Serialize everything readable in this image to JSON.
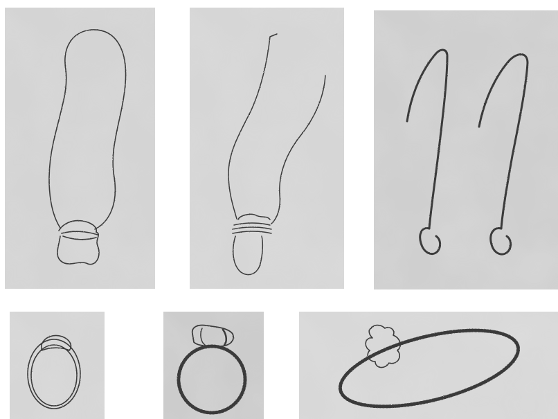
{
  "figure": {
    "panels": [
      {
        "id": "p1",
        "subject": "elongated-loop-with-knotted-base"
      },
      {
        "id": "p2",
        "subject": "open-loop-with-coiled-knot"
      },
      {
        "id": "p3",
        "subject": "two-hooked-strands"
      },
      {
        "id": "p4",
        "subject": "small-oval-ring"
      },
      {
        "id": "p5",
        "subject": "beaded-ring-with-clasp"
      },
      {
        "id": "p6",
        "subject": "beaded-oval-ring-with-knot"
      }
    ],
    "colors": {
      "paper": "#d2d2d2",
      "paper_light": "#dedede",
      "paper_shadow": "#bdbdbd",
      "ink": "#3a3a3a"
    }
  }
}
